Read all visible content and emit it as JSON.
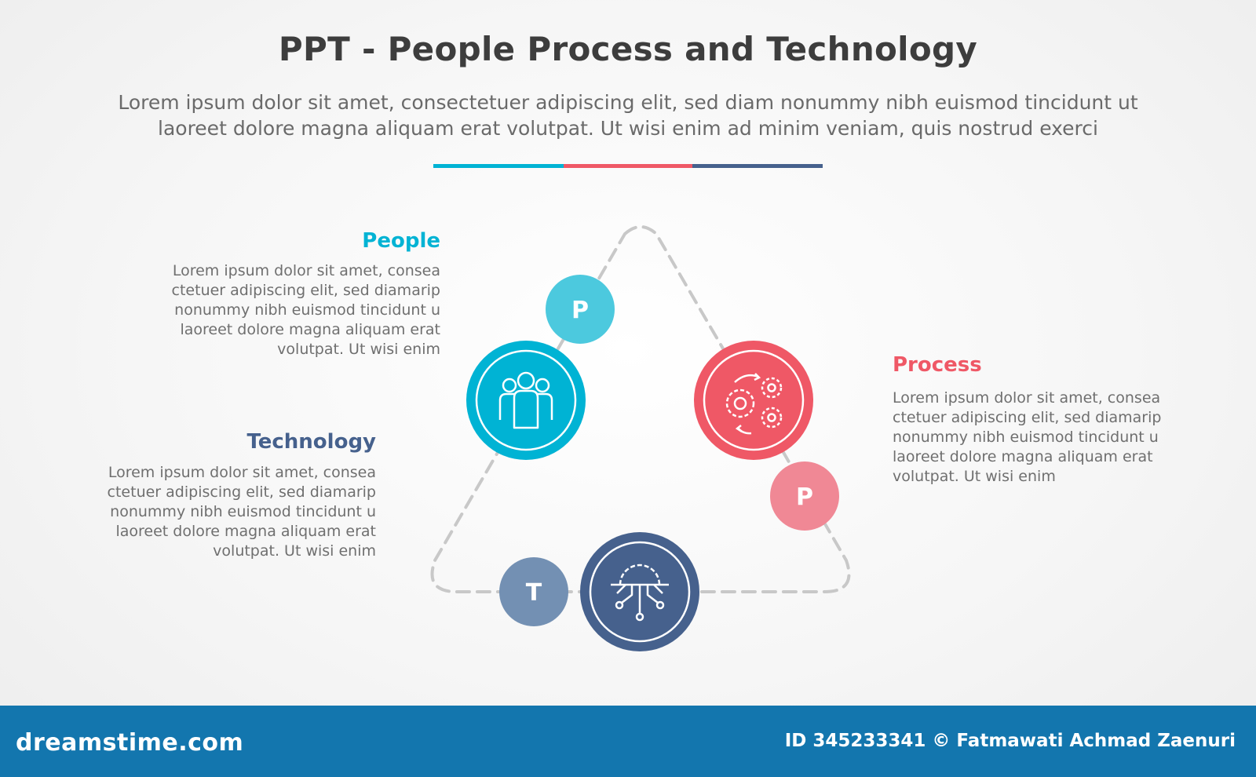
{
  "title": "PPT - People Process and Technology",
  "subtitle_line1": "Lorem ipsum dolor sit amet, consectetuer adipiscing elit, sed diam nonummy nibh euismod tincidunt ut",
  "subtitle_line2": "laoreet dolore magna aliquam erat volutpat. Ut wisi enim ad minim veniam, quis nostrud exerci",
  "colors": {
    "people": "#00b3d4",
    "people_light": "#4cc9de",
    "process": "#ef5866",
    "process_light": "#f08895",
    "technology": "#46618d",
    "technology_light": "#7390b3",
    "dash": "#c8c8c8"
  },
  "sections": {
    "people": {
      "heading": "People",
      "badge": "P",
      "icon": "people-group-icon",
      "lines": [
        "Lorem ipsum dolor sit amet, consea",
        "ctetuer adipiscing elit, sed diamarip",
        "nonummy nibh euismod tincidunt u",
        "laoreet dolore magna aliquam erat",
        "volutpat. Ut wisi enim"
      ]
    },
    "process": {
      "heading": "Process",
      "badge": "P",
      "icon": "gears-cycle-icon",
      "lines": [
        "Lorem ipsum dolor sit amet, consea",
        "ctetuer adipiscing elit, sed diamarip",
        "nonummy nibh euismod tincidunt u",
        "laoreet dolore magna aliquam erat",
        "volutpat. Ut wisi enim"
      ]
    },
    "technology": {
      "heading": "Technology",
      "badge": "T",
      "icon": "circuit-gear-icon",
      "lines": [
        "Lorem ipsum dolor sit amet, consea",
        "ctetuer adipiscing elit, sed diamarip",
        "nonummy nibh euismod tincidunt u",
        "laoreet dolore magna aliquam erat",
        "volutpat. Ut wisi enim"
      ]
    }
  },
  "footer": {
    "brand": "dreamstime.com",
    "credit": "ID 345233341 © Fatmawati  Achmad Zaenuri"
  }
}
